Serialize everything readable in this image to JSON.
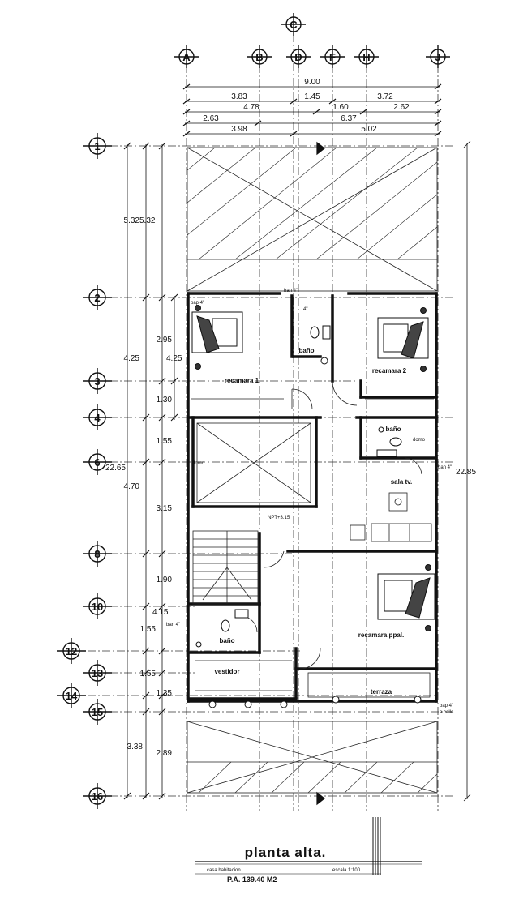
{
  "plan": {
    "title": "planta alta.",
    "subtitle": "casa habitacion.",
    "scale": "escala 1:100",
    "area": "P.A. 139.40 M2"
  },
  "grid": {
    "columns": [
      "A",
      "B",
      "C",
      "D",
      "F",
      "H",
      "J"
    ],
    "rows": [
      "1",
      "2",
      "3",
      "4",
      "6",
      "8",
      "10",
      "12",
      "13",
      "14",
      "15",
      "16"
    ]
  },
  "dimensions": {
    "top": [
      "9.00",
      "3.83",
      "1.45",
      "3.72",
      "4.78",
      "1.60",
      "2.62",
      "2.63",
      "6.37",
      "3.98",
      "5.02"
    ],
    "left_outer": [
      "5.32",
      "4.25",
      "22.65",
      "3.38"
    ],
    "left_inner": [
      "5.32",
      "2.95",
      "4.25",
      "1.30",
      "1.55",
      "4.70",
      "3.15",
      "1.90",
      "4.15",
      "1.55",
      "1.55",
      "1.35",
      "2.89"
    ],
    "right": [
      "22.85"
    ]
  },
  "rooms": {
    "recamara1": "recamara 1",
    "recamara2": "recamara 2",
    "bano_top": "baño",
    "bano_mid": "baño",
    "bano_bottom": "baño",
    "sala_tv": "sala tv.",
    "recamara_ppal": "recamara ppal.",
    "vestidor": "vestidor",
    "terraza": "terraza",
    "domo_left": "domo",
    "domo_right": "domo"
  },
  "notes": {
    "bap_top_left": "bap 4\"",
    "ban_top": "ban 4\"",
    "ban_right": "ban 4\"",
    "ban_bottom": "ban 4\"",
    "bap_bottom_right": "bap 4\"",
    "bap_bottom_right_sub": "a calle",
    "npt": "NPT+3.15",
    "num_4": "4\""
  }
}
